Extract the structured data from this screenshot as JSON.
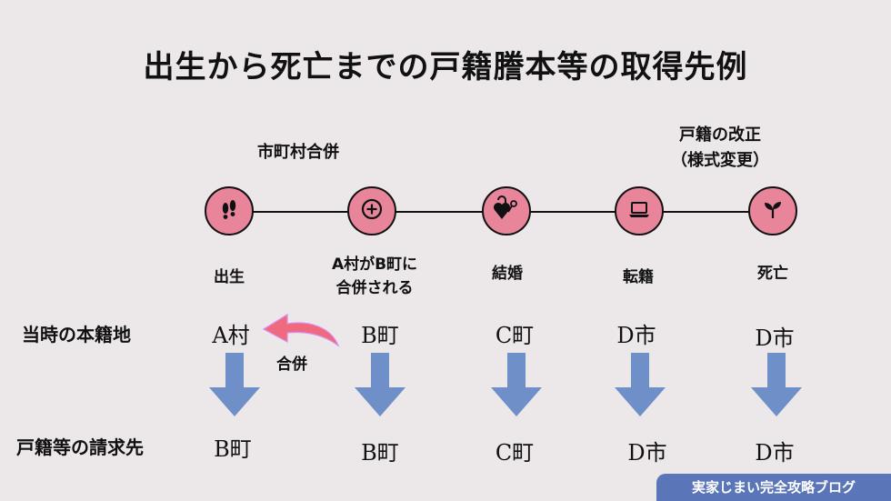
{
  "title": "出生から死亡までの戸籍謄本等の取得先例",
  "top_notes": {
    "merger": "市町村合併",
    "revision_line1": "戸籍の改正",
    "revision_line2": "（様式変更）"
  },
  "events": [
    {
      "label_line1": "出生",
      "label_line2": "",
      "icon": "footprints-icon"
    },
    {
      "label_line1": "A村がB町に",
      "label_line2": "合併される",
      "icon": "plus-circle-icon"
    },
    {
      "label_line1": "結婚",
      "label_line2": "",
      "icon": "heart-lock-key-icon"
    },
    {
      "label_line1": "転籍",
      "label_line2": "",
      "icon": "laptop-icon"
    },
    {
      "label_line1": "死亡",
      "label_line2": "",
      "icon": "sprout-icon"
    }
  ],
  "rows": {
    "domicile_label": "当時の本籍地",
    "domicile": [
      "A村",
      "B町",
      "C町",
      "D市",
      "D市"
    ],
    "request_label": "戸籍等の請求先",
    "request": [
      "B町",
      "B町",
      "C町",
      "D市",
      "D市"
    ]
  },
  "merge_label": "合併",
  "colors": {
    "node_fill": "#e8859b",
    "arrow_blue": "#6f8fc9",
    "merge_arrow_red": "#ef6a7f",
    "background": "#ece7e8",
    "brand_bg": "#5b76b8"
  },
  "brand": "実家じまい完全攻略ブログ"
}
